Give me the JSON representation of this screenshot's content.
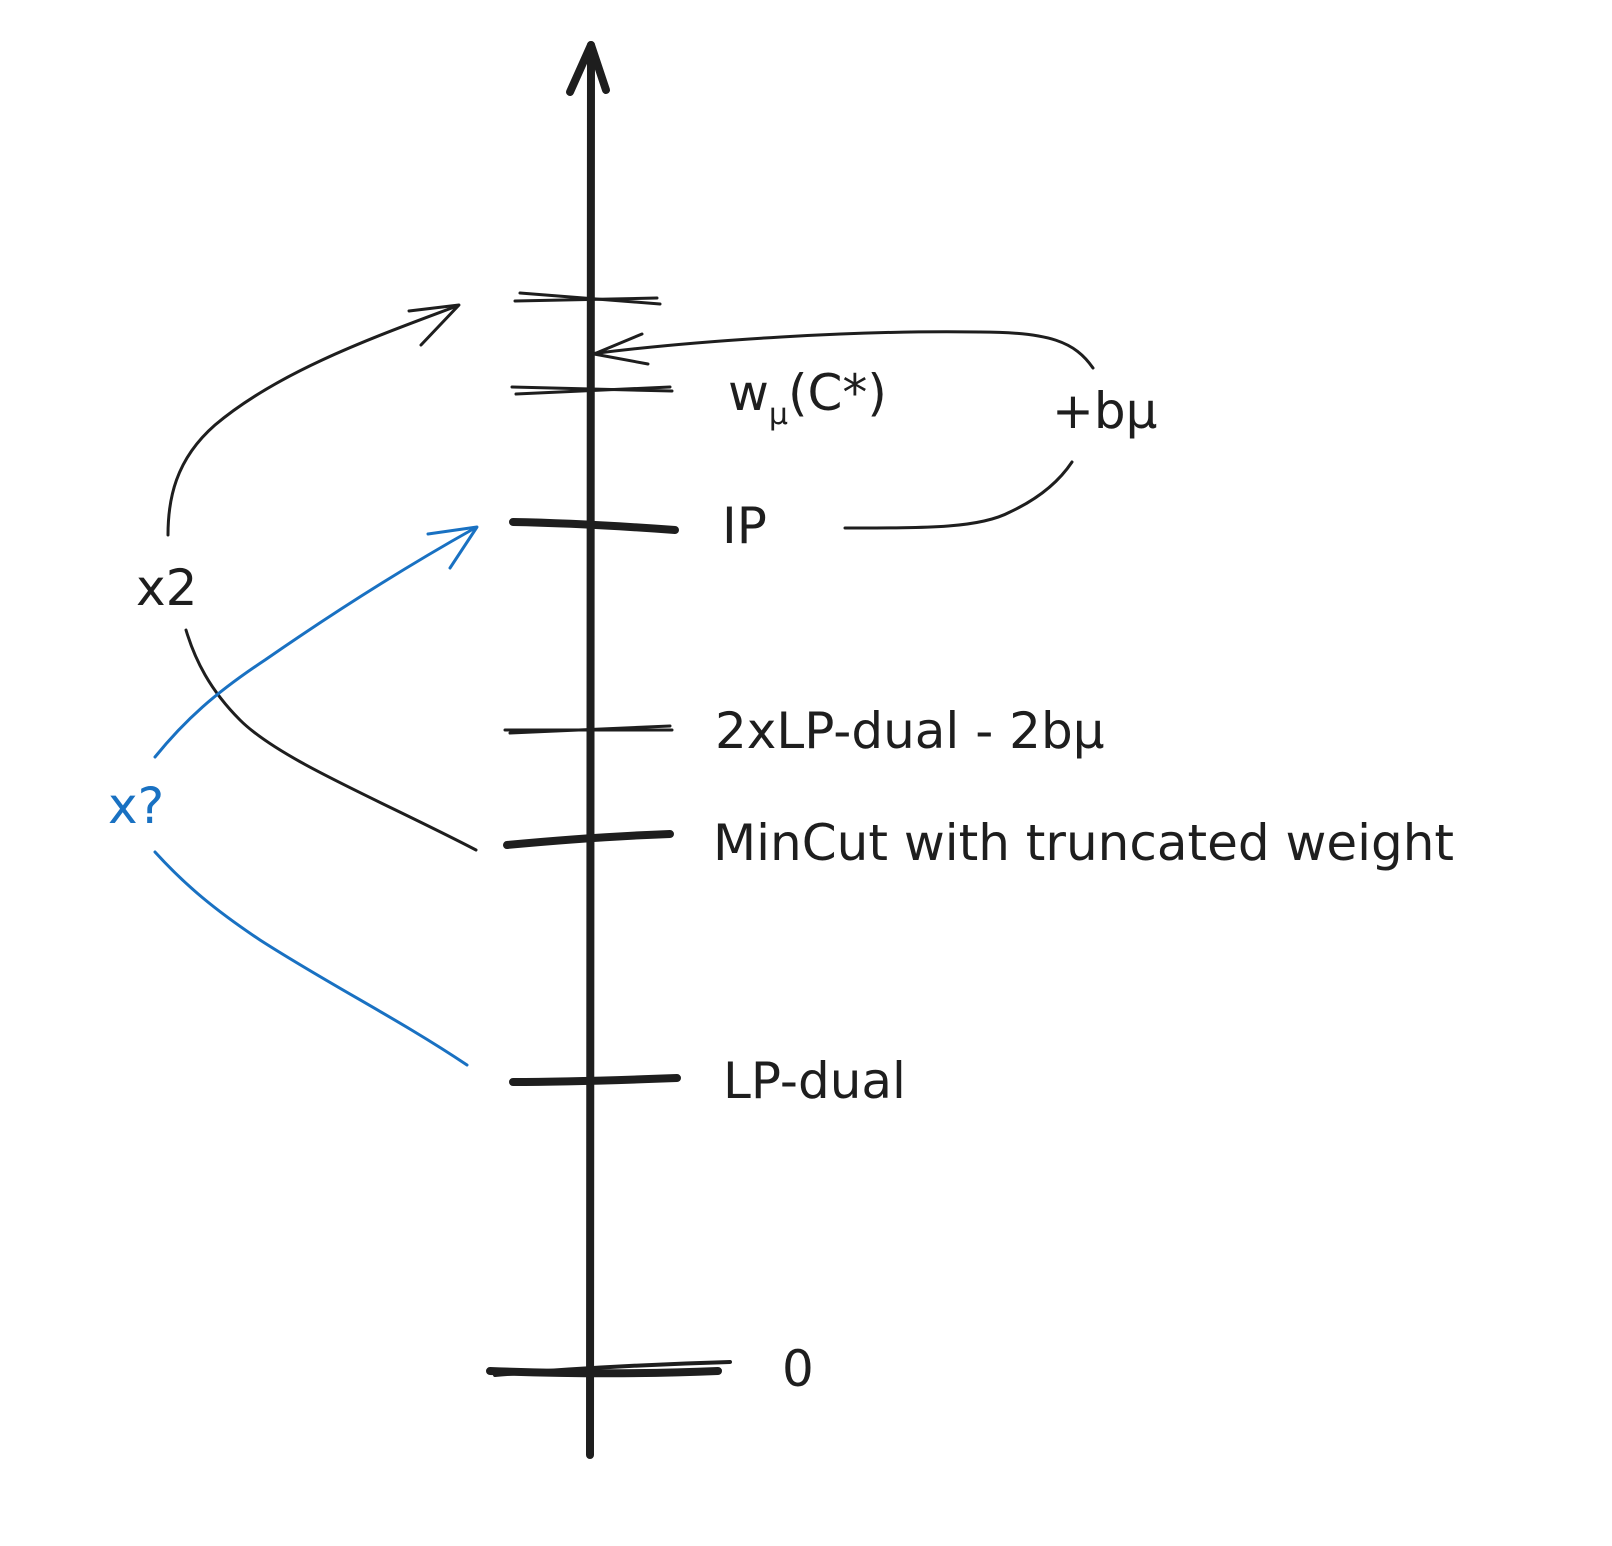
{
  "diagram": {
    "levels": [
      {
        "id": "top",
        "label": ""
      },
      {
        "id": "w",
        "label": "w",
        "sub": "μ",
        "rest": "(C*)"
      },
      {
        "id": "ip",
        "label": "IP"
      },
      {
        "id": "twolp",
        "label": "2xLP-dual - 2bμ"
      },
      {
        "id": "mincut",
        "label": "MinCut with truncated weight"
      },
      {
        "id": "lpdual",
        "label": "LP-dual"
      },
      {
        "id": "zero",
        "label": "0"
      }
    ],
    "annotations": {
      "plus_b_mu": "+bμ",
      "times_two": "x2",
      "times_unknown": "x?"
    },
    "colors": {
      "ink": "#1e1e1e",
      "blue": "#1971c2"
    }
  }
}
